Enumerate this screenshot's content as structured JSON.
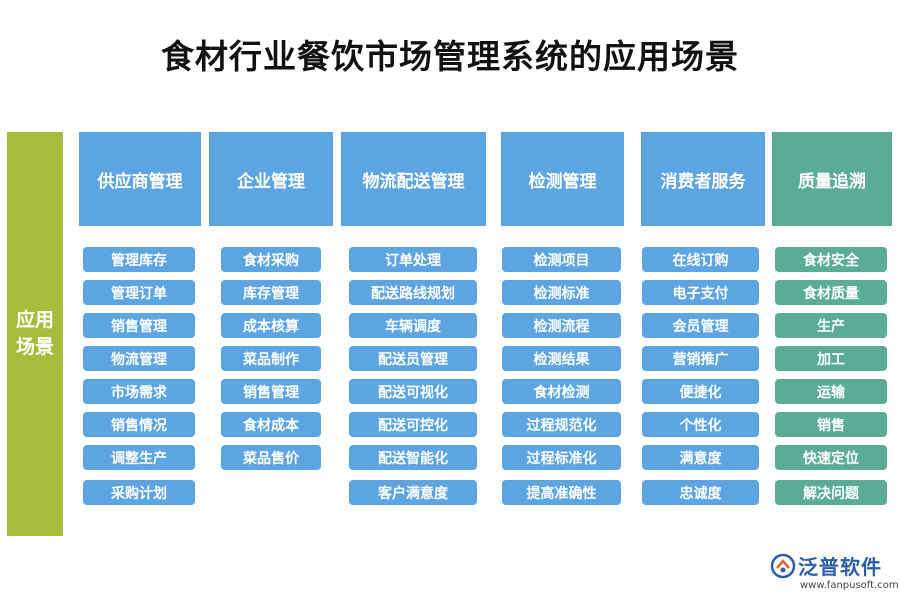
{
  "title": "食材行业餐饮市场管理系统的应用场景",
  "side_label": "应用场景",
  "columns": [
    {
      "header": "供应商管理",
      "theme": "blue",
      "items": [
        "管理库存",
        "管理订单",
        "销售管理",
        "物流管理",
        "市场需求",
        "销售情况",
        "调整生产",
        "采购计划"
      ]
    },
    {
      "header": "企业管理",
      "theme": "blue",
      "items": [
        "食材采购",
        "库存管理",
        "成本核算",
        "菜品制作",
        "销售管理",
        "食材成本",
        "菜品售价"
      ]
    },
    {
      "header": "物流配送管理",
      "theme": "blue",
      "items": [
        "订单处理",
        "配送路线规划",
        "车辆调度",
        "配送员管理",
        "配送可视化",
        "配送可控化",
        "配送智能化",
        "客户满意度"
      ]
    },
    {
      "header": "检测管理",
      "theme": "blue",
      "items": [
        "检测项目",
        "检测标准",
        "检测流程",
        "检测结果",
        "食材检测",
        "过程规范化",
        "过程标准化",
        "提高准确性"
      ]
    },
    {
      "header": "消费者服务",
      "theme": "blue",
      "items": [
        "在线订购",
        "电子支付",
        "会员管理",
        "营销推广",
        "便捷化",
        "个性化",
        "满意度",
        "忠诚度"
      ]
    },
    {
      "header": "质量追溯",
      "theme": "green",
      "items": [
        "食材安全",
        "食材质量",
        "生产",
        "加工",
        "运输",
        "销售",
        "快速定位",
        "解决问题"
      ]
    }
  ],
  "logo": {
    "name": "泛普软件",
    "url": "www.fanpusoft.com"
  },
  "colors": {
    "blue": "#5da5e2",
    "green": "#5bac96",
    "side": "#a6bd3c"
  }
}
